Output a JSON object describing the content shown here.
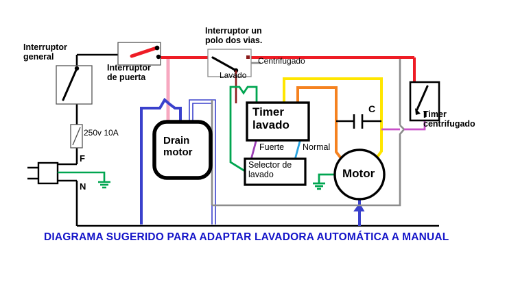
{
  "diagram": {
    "title": "DIAGRAMA SUGERIDO PARA ADAPTAR LAVADORA AUTOMÁTICA A MANUAL",
    "title_color": "#1414c8",
    "background": "#ffffff"
  },
  "labels": {
    "interruptor_general": "Interruptor\ngeneral",
    "interruptor_puerta": "Interruptor\nde puerta",
    "interruptor_dos_vias": "Interruptor un\npolo dos vias.",
    "centrifugado": "Centrifugado",
    "lavado": "Lavado",
    "fusible": "250v 10A",
    "fase": "F",
    "neutro": "N",
    "drain_motor": "Drain\nmotor",
    "timer_lavado": "Timer\nlavado",
    "selector_lavado": "Selector de\nlavado",
    "fuerte": "Fuerte",
    "normal": "Normal",
    "motor": "Motor",
    "capacitor": "C",
    "timer_centrifugado": "Timer\ncentrifugado"
  },
  "wire_colors": {
    "line": "#000000",
    "red": "#ee1c25",
    "dark_red": "#8b1a1a",
    "pink": "#f7a8c0",
    "blue": "#3a41cc",
    "blue_outline": "#3a41cc",
    "green": "#00a550",
    "yellow": "#ffe600",
    "orange": "#f58220",
    "purple": "#9b3fb5",
    "magenta": "#c850c8",
    "light_blue": "#29a3e0",
    "gray": "#8c8c8c"
  },
  "components": [
    {
      "name": "interruptor-general",
      "type": "switch",
      "label": "Interruptor\ngeneral"
    },
    {
      "name": "fusible",
      "type": "fuse",
      "label": "250v 10A"
    },
    {
      "name": "enchufe",
      "type": "plug",
      "terminals": [
        "F",
        "N"
      ]
    },
    {
      "name": "tierra",
      "type": "ground"
    },
    {
      "name": "interruptor-de-puerta",
      "type": "switch",
      "label": "Interruptor\nde puerta"
    },
    {
      "name": "interruptor-un-polo-dos-vias",
      "type": "spdt-switch",
      "label": "Interruptor un\npolo dos vias.",
      "positions": [
        "Lavado",
        "Centrifugado"
      ]
    },
    {
      "name": "drain-motor",
      "type": "motor",
      "label": "Drain\nmotor"
    },
    {
      "name": "timer-lavado",
      "type": "timer",
      "label": "Timer\nlavado"
    },
    {
      "name": "selector-de-lavado",
      "type": "selector",
      "label": "Selector de\nlavado",
      "options": [
        "Fuerte",
        "Normal"
      ]
    },
    {
      "name": "capacitor",
      "type": "capacitor",
      "label": "C"
    },
    {
      "name": "motor",
      "type": "motor",
      "label": "Motor"
    },
    {
      "name": "timer-centrifugado",
      "type": "timer-switch",
      "label": "Timer\ncentrifugado"
    }
  ]
}
